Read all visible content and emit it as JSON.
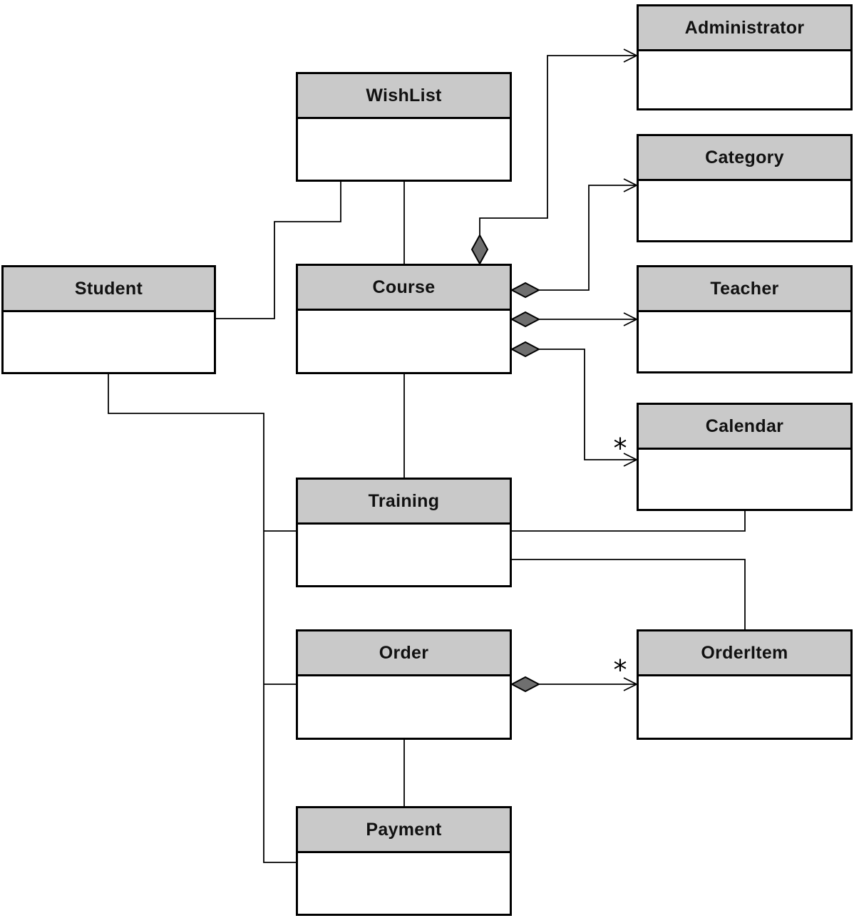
{
  "colors": {
    "header_bg": "#c9c9c9",
    "body_bg": "#ffffff",
    "border": "#000000",
    "diamond_fill": "#6f6f6f"
  },
  "classes": {
    "wishlist": {
      "name": "WishList"
    },
    "administrator": {
      "name": "Administrator"
    },
    "category": {
      "name": "Category"
    },
    "student": {
      "name": "Student"
    },
    "course": {
      "name": "Course"
    },
    "teacher": {
      "name": "Teacher"
    },
    "calendar": {
      "name": "Calendar"
    },
    "training": {
      "name": "Training"
    },
    "order": {
      "name": "Order"
    },
    "orderitem": {
      "name": "OrderItem"
    },
    "payment": {
      "name": "Payment"
    }
  },
  "multiplicity": {
    "calendar": "*",
    "orderitem": "*"
  },
  "relationships": [
    {
      "from": "WishList",
      "to": "Course",
      "type": "association"
    },
    {
      "from": "WishList",
      "to": "Student",
      "type": "association"
    },
    {
      "from": "Course",
      "to": "Administrator",
      "type": "aggregation",
      "diamond_at": "Course"
    },
    {
      "from": "Course",
      "to": "Category",
      "type": "aggregation",
      "diamond_at": "Course"
    },
    {
      "from": "Course",
      "to": "Teacher",
      "type": "aggregation",
      "diamond_at": "Course"
    },
    {
      "from": "Course",
      "to": "Calendar",
      "type": "aggregation",
      "diamond_at": "Course",
      "multiplicity": "*"
    },
    {
      "from": "Course",
      "to": "Training",
      "type": "association"
    },
    {
      "from": "Student",
      "to": "Training",
      "type": "association"
    },
    {
      "from": "Student",
      "to": "Order",
      "type": "association"
    },
    {
      "from": "Student",
      "to": "Payment",
      "type": "association"
    },
    {
      "from": "Training",
      "to": "Calendar",
      "type": "association"
    },
    {
      "from": "Training",
      "to": "OrderItem",
      "type": "association"
    },
    {
      "from": "Order",
      "to": "OrderItem",
      "type": "aggregation",
      "diamond_at": "Order",
      "multiplicity": "*"
    },
    {
      "from": "Order",
      "to": "Payment",
      "type": "association"
    }
  ]
}
